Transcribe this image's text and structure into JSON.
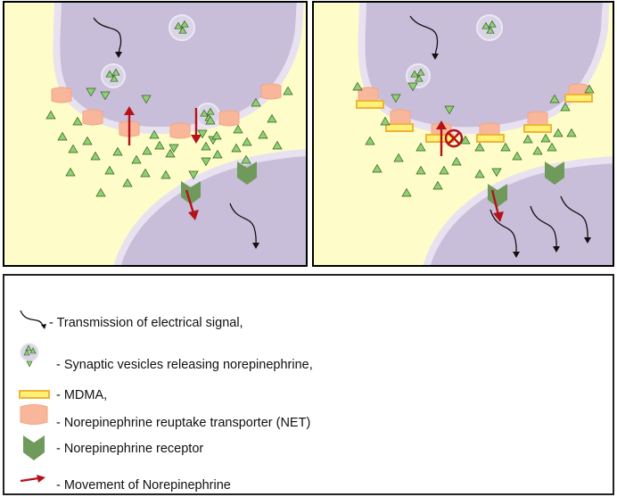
{
  "legend": {
    "items": [
      {
        "key": "signal",
        "icon": "curved-arrow-icon",
        "text": "- Transmission of electrical signal,"
      },
      {
        "key": "vesicle",
        "icon": "vesicle-icon",
        "text": "- Synaptic vesicles releasing norepinephrine,"
      },
      {
        "key": "mdma",
        "icon": "mdma-bar-icon",
        "text": "- MDMA,"
      },
      {
        "key": "net",
        "icon": "transporter-cylinder-icon",
        "text": "- Norepinephrine reuptake transporter (NET)"
      },
      {
        "key": "receptor",
        "icon": "receptor-chevron-icon",
        "text": "- Norepinephrine receptor"
      },
      {
        "key": "movement",
        "icon": "red-arrow-icon",
        "text": "- Movement of Norepinephrine"
      }
    ]
  },
  "colors": {
    "cleft_background": "#fefdc9",
    "neuron_fill": "#c9bed9",
    "neuron_edge": "#e8e2f0",
    "norepinephrine_green": "#8fd071",
    "transporter_salmon": "#f8b79a",
    "mdma_yellow": "#fff176",
    "mdma_border": "#f0b33a",
    "receptor_green": "#6f9a5c",
    "arrow_red": "#b5121b"
  }
}
